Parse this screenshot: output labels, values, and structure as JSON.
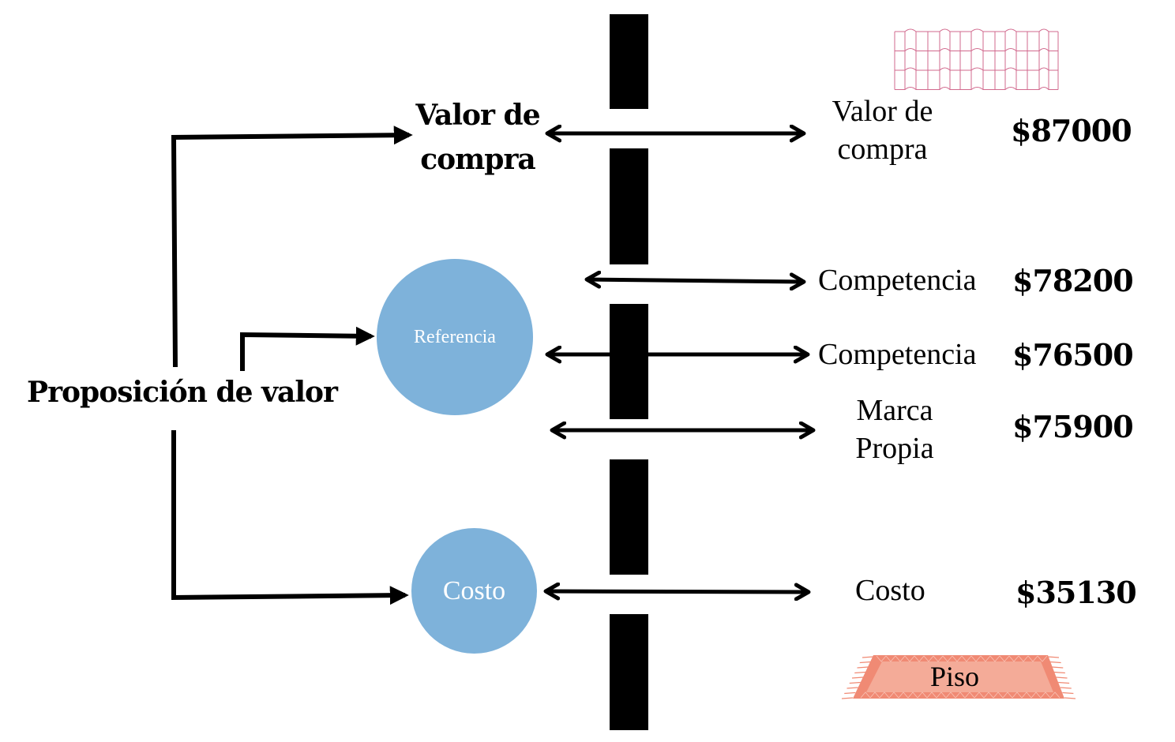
{
  "diagram": {
    "root_label": "Proposición de valor",
    "left_nodes": {
      "valor_compra": "Valor de\ncompra",
      "referencia": "Referencia",
      "costo": "Costo"
    },
    "right_rows": [
      {
        "label": "Valor de\ncompra",
        "price": "$87000"
      },
      {
        "label": "Competencia",
        "price": "$78200"
      },
      {
        "label": "Competencia",
        "price": "$76500"
      },
      {
        "label": "Marca\nPropia",
        "price": "$75900"
      },
      {
        "label": "Costo",
        "price": "$35130"
      }
    ],
    "ceiling_icon": "roof-tiles-icon",
    "floor_label": "Piso",
    "floor_icon": "rug-icon",
    "colors": {
      "node_fill": "#7eb2da",
      "tile_stroke": "#c9507a",
      "rug_fill": "#f08a74",
      "rug_inner": "#f4ab98",
      "line": "#000000"
    }
  }
}
